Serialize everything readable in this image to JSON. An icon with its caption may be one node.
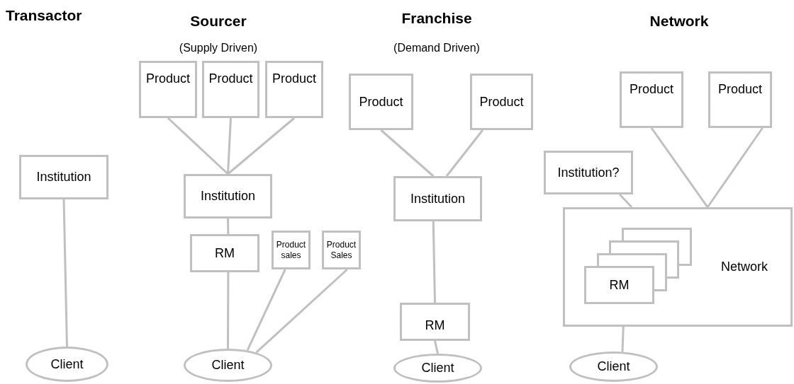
{
  "diagram": {
    "nodes": [
      {
        "text": [
          "Institution"
        ]
      },
      {
        "text": [
          "Client"
        ]
      },
      {
        "text": [
          "Product"
        ]
      },
      {
        "text": [
          "Product"
        ]
      },
      {
        "text": [
          "Product"
        ]
      },
      {
        "text": [
          "Institution"
        ]
      },
      {
        "text": [
          "RM"
        ]
      },
      {
        "text": [
          "Product sales"
        ]
      },
      {
        "text": [
          "Product Sales"
        ]
      },
      {
        "text": [
          "Client"
        ]
      },
      {
        "text": [
          "Product"
        ]
      },
      {
        "text": [
          "Product"
        ]
      },
      {
        "text": [
          "Institution"
        ]
      },
      {
        "text": [
          "RM"
        ]
      },
      {
        "text": [
          "Client"
        ]
      },
      {
        "text": [
          "Product"
        ]
      },
      {
        "text": [
          "Product"
        ]
      },
      {
        "text": [
          "Institution?"
        ]
      },
      {
        "text": [
          "Network"
        ]
      },
      {
        "text": [],
        "shape": "box",
        "in": 18
      },
      {
        "text": [],
        "shape": "box",
        "in": 18
      },
      {
        "text": [],
        "shape": "box",
        "in": 18
      },
      {
        "text": [
          "RM"
        ],
        "in": 18
      },
      {
        "text": [
          "Client"
        ]
      }
    ],
    "edges": [
      {
        "from": 0,
        "to": 1,
        "arrow": "none"
      },
      {
        "from": 2,
        "to": 5,
        "arrow": "none"
      },
      {
        "from": 3,
        "to": 5,
        "arrow": "none"
      },
      {
        "from": 4,
        "to": 5,
        "arrow": "none"
      },
      {
        "from": 5,
        "to": 6,
        "arrow": "none"
      },
      {
        "from": 6,
        "to": 9,
        "arrow": "none"
      },
      {
        "from": 7,
        "to": 9,
        "arrow": "none"
      },
      {
        "from": 8,
        "to": 9,
        "arrow": "none"
      },
      {
        "from": 10,
        "to": 12,
        "arrow": "none"
      },
      {
        "from": 11,
        "to": 12,
        "arrow": "none"
      },
      {
        "from": 12,
        "to": 13,
        "arrow": "none"
      },
      {
        "from": 13,
        "to": 14,
        "arrow": "none"
      },
      {
        "from": 15,
        "to": 18,
        "arrow": "none"
      },
      {
        "from": 16,
        "to": 18,
        "arrow": "none"
      },
      {
        "from": 17,
        "to": 18,
        "arrow": "none"
      },
      {
        "from": 22,
        "to": 23,
        "arrow": "none"
      }
    ],
    "labels": [
      "Transactor",
      "Sourcer",
      "(Supply Driven)",
      "Franchise",
      "(Demand Driven)",
      "Network"
    ]
  }
}
